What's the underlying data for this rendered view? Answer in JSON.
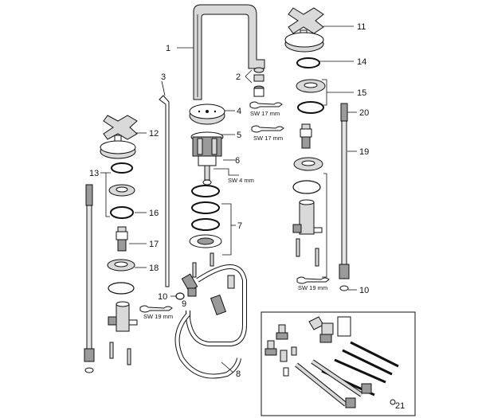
{
  "diagram": {
    "callouts": [
      "1",
      "2",
      "3",
      "4",
      "5",
      "6",
      "7",
      "8",
      "9",
      "10",
      "11",
      "12",
      "13",
      "14",
      "15",
      "16",
      "17",
      "18",
      "19",
      "20",
      "10",
      "21"
    ],
    "wrench_sizes": [
      "SW 17 mm",
      "SW 17 mm",
      "SW 4 mm",
      "SW 19 mm",
      "SW 19 mm"
    ]
  },
  "colors": {
    "line": "#111111",
    "part_fill": "#ffffff",
    "shade": "#d9d9d9",
    "dark": "#9a9a9a"
  }
}
